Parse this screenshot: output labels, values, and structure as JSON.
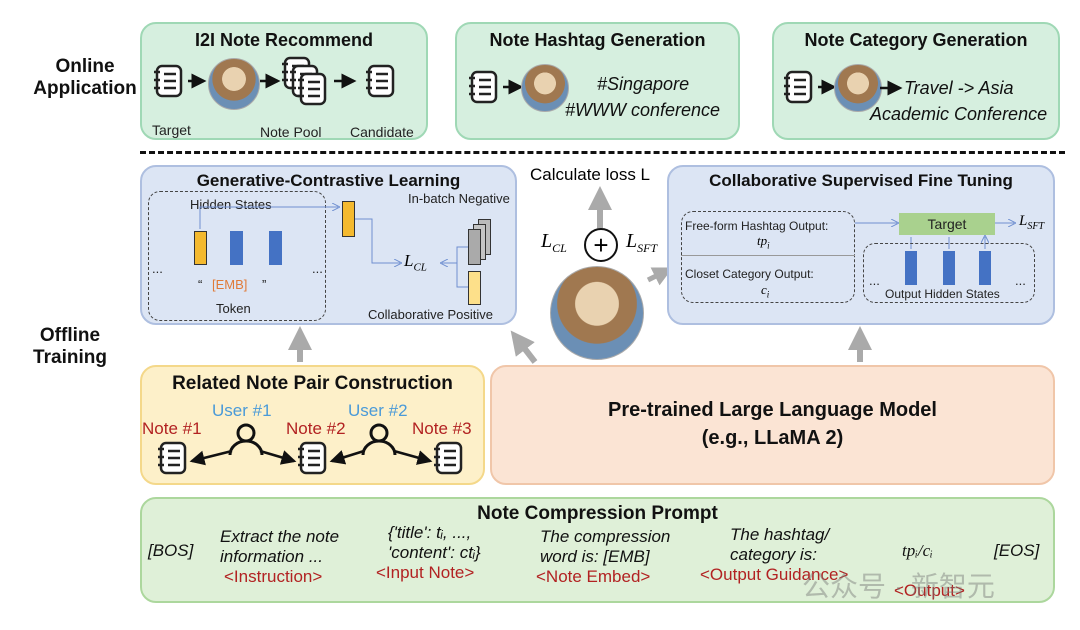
{
  "side_labels": {
    "online": "Online Application",
    "offline": "Offline Training"
  },
  "i2i": {
    "title": "I2I Note Recommend",
    "target": "Target",
    "pool": "Note Pool",
    "candidate": "Candidate"
  },
  "hashtag": {
    "title": "Note Hashtag Generation",
    "line1": "#Singapore",
    "line2": "#WWW conference"
  },
  "category": {
    "title": "Note Category Generation",
    "line1": "Travel -> Asia",
    "line2": "Academic Conference"
  },
  "gcl": {
    "title": "Generative-Contrastive Learning",
    "hidden": "Hidden States",
    "negative": "In-batch Negative",
    "loss": "L",
    "loss_sub": "CL",
    "dots": "...",
    "open_q": "“",
    "emb": "[EMB]",
    "close_q": "”",
    "token": "Token",
    "positive": "Collaborative Positive"
  },
  "center": {
    "calc": "Calculate loss L",
    "lcl": "L",
    "lcl_sub": "CL",
    "plus": "+",
    "lsft": "L",
    "lsft_sub": "SFT"
  },
  "csft": {
    "title": "Collaborative Supervised Fine Tuning",
    "hashtag_out": "Free-form Hashtag Output:",
    "tp": "tp",
    "tp_sub": "i",
    "cat_out": "Closet Category Output:",
    "c": "c",
    "c_sub": "i",
    "target": "Target",
    "loss": "L",
    "loss_sub": "SFT",
    "dots": "...",
    "hidden": "Output Hidden States"
  },
  "pair": {
    "title": "Related Note Pair Construction",
    "user1": "User #1",
    "user2": "User #2",
    "note1": "Note #1",
    "note2": "Note #2",
    "note3": "Note #3"
  },
  "llm": {
    "line1": "Pre-trained Large Language Model",
    "line2": "(e.g., LLaMA 2)"
  },
  "prompt": {
    "title": "Note Compression Prompt",
    "bos": "[BOS]",
    "eos": "[EOS]",
    "cols": [
      {
        "l1": "Extract the note",
        "l2": "information ...",
        "tag": "<Instruction>"
      },
      {
        "l1": "{'title': tᵢ, ...,",
        "l2": "'content': ctᵢ}",
        "tag": "<Input Note>"
      },
      {
        "l1": "The compression",
        "l2": "word is: [EMB]",
        "tag": "<Note Embed>"
      },
      {
        "l1": "The hashtag/",
        "l2": "category is:",
        "tag": "<Output Guidance>"
      },
      {
        "l1": "tpᵢ/cᵢ",
        "l2": "",
        "tag": "<Output>"
      }
    ],
    "watermark": "公众号 · 新智元"
  },
  "colors": {
    "blue_bar": "#4472c4",
    "yellow_bar": "#f4b92e",
    "red_text": "#b22222",
    "user_text": "#4a9ad8"
  }
}
